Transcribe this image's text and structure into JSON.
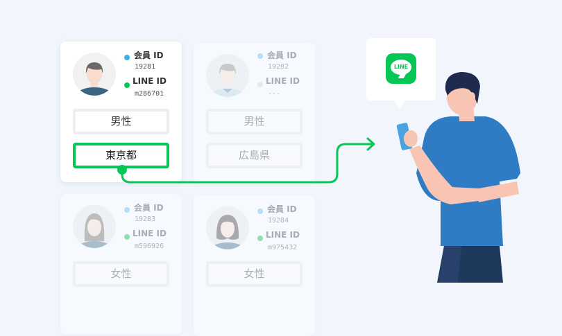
{
  "cards": [
    {
      "member_label": "会員 ID",
      "member_id": "19281",
      "line_label": "LINE ID",
      "line_id": "m286701",
      "gender": "男性",
      "region": "東京都",
      "highlighted": true
    },
    {
      "member_label": "会員 ID",
      "member_id": "19282",
      "line_label": "LINE ID",
      "line_id": "---",
      "gender": "男性",
      "region": "広島県",
      "highlighted": false
    },
    {
      "member_label": "会員 ID",
      "member_id": "19283",
      "line_label": "LINE ID",
      "line_id": "m596926",
      "gender": "女性",
      "highlighted": false
    },
    {
      "member_label": "会員 ID",
      "member_id": "19284",
      "line_label": "LINE ID",
      "line_id": "m975432",
      "gender": "女性",
      "highlighted": false
    }
  ],
  "line_icon": {
    "text": "LINE",
    "color": "#06c755"
  },
  "colors": {
    "line_green": "#06c755",
    "member_blue": "#3bb0ea",
    "shirt": "#2f7cc4"
  }
}
